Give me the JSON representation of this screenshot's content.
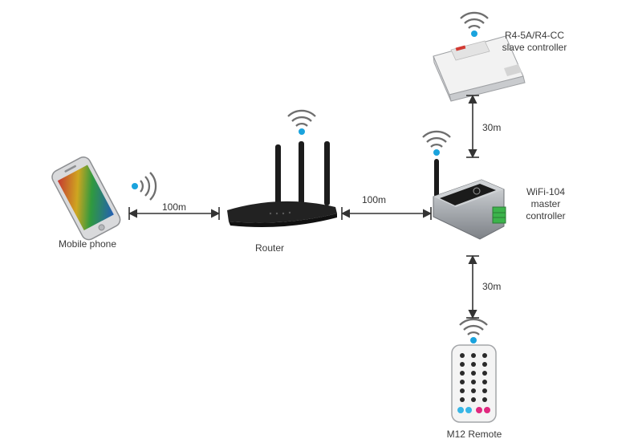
{
  "devices": {
    "phone": {
      "label": "Mobile phone"
    },
    "router": {
      "label": "Router"
    },
    "master": {
      "line1": "WiFi-104",
      "line2": "master",
      "line3": "controller"
    },
    "slave": {
      "line1": "R4-5A/R4-CC",
      "line2": "slave controller"
    },
    "remote": {
      "label": "M12 Remote"
    }
  },
  "links": {
    "phone_router": "100m",
    "router_master": "100m",
    "master_slave": "30m",
    "master_remote": "30m"
  },
  "colors": {
    "wifi_dot": "#1aa3dd",
    "wave": "#6e6e6e",
    "arrow": "#333333"
  }
}
